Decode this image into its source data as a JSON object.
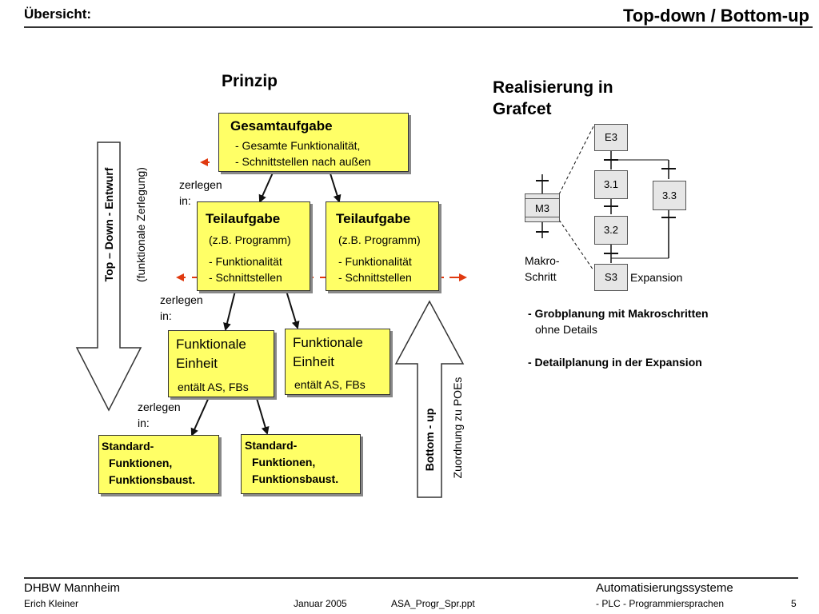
{
  "header": {
    "left": "Übersicht:",
    "right": "Top-down / Bottom-up"
  },
  "headings": {
    "prinzip": "Prinzip",
    "realisierung": "Realisierung in Grafcet"
  },
  "gesamt": {
    "title": "Gesamtaufgabe",
    "line1": "- Gesamte Funktionalität,",
    "line2": "- Schnittstellen nach außen"
  },
  "teil": {
    "title": "Teilaufgabe",
    "example": "(z.B. Programm)",
    "line1": "- Funktionalität",
    "line2": "- Schnittstellen"
  },
  "funk": {
    "title1": "Funktionale",
    "title2": "Einheit",
    "sub": "entält AS, FBs"
  },
  "std": {
    "line1": "Standard-",
    "line2": "Funktionen,",
    "line3": "Funktionsbaust."
  },
  "zerlegen": {
    "line1": "zerlegen",
    "line2": "in:"
  },
  "arrows": {
    "topdown": "Top – Down - Entwurf",
    "topdown_sub": "(funktionale Zerlegung)",
    "bottomup": "Bottom - up",
    "bottomup_sub": "Zuordnung zu POEs"
  },
  "grafcet": {
    "macro_step": "M3",
    "macro_label1": "Makro-",
    "macro_label2": "Schritt",
    "steps": [
      "E3",
      "3.1",
      "3.2",
      "S3",
      "3.3"
    ],
    "expansion": "Expansion"
  },
  "bullets": {
    "b1_line1": "- Grobplanung mit Makroschritten",
    "b1_line2": "ohne Details",
    "b2": "- Detailplanung in der Expansion"
  },
  "footer": {
    "org": "DHBW  Mannheim",
    "author": "Erich Kleiner",
    "date": "Januar 2005",
    "file": "ASA_Progr_Spr.ppt",
    "course": "Automatisierungssysteme",
    "topic": "- PLC - Programmiersprachen",
    "page": "5"
  },
  "colors": {
    "box_fill": "#ffff66",
    "interface_arrow": "#e03a10",
    "step_fill": "#e6e6e6"
  }
}
